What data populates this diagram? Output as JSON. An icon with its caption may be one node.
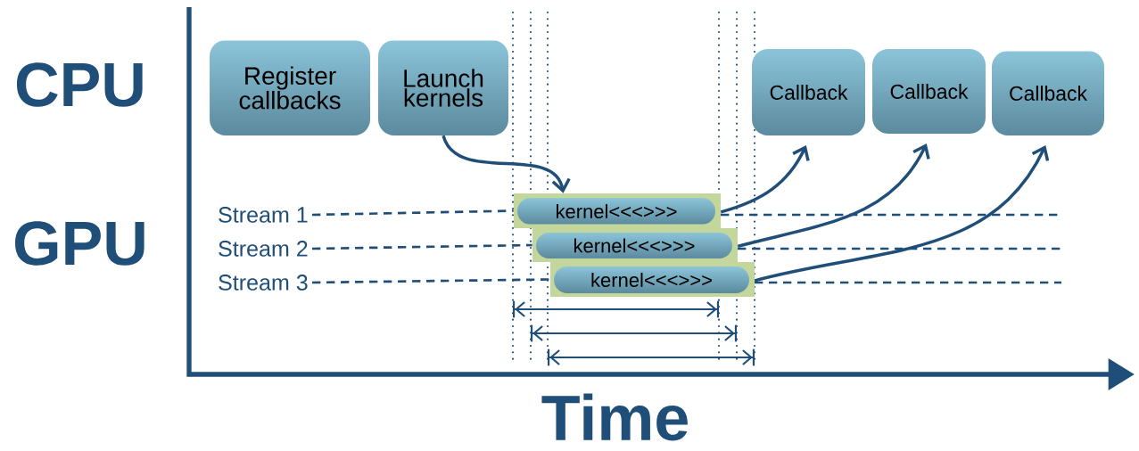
{
  "diagram": {
    "nodes": [
      {
        "text": [
          "Register callbacks"
        ]
      },
      {
        "text": [
          "Launch kernels"
        ]
      },
      {
        "text": [
          "Callback"
        ]
      },
      {
        "text": [
          "Callback"
        ]
      },
      {
        "text": [
          "Callback"
        ]
      },
      {
        "text": [
          "Stream 1"
        ]
      },
      {
        "text": [
          "Stream 2"
        ]
      },
      {
        "text": [
          "Stream 3"
        ]
      },
      {
        "text": [],
        "shape": "box"
      },
      {
        "text": [
          "kernel<<<>>>"
        ],
        "in": 8
      },
      {
        "text": [],
        "shape": "box"
      },
      {
        "text": [
          "kernel<<<>>>"
        ],
        "in": 10
      },
      {
        "text": [],
        "shape": "box"
      },
      {
        "text": [
          "kernel<<<>>>"
        ],
        "in": 12
      }
    ],
    "edges": [
      {
        "from": 1,
        "to": 8,
        "arrow": "to"
      },
      {
        "from": 8,
        "to": 2,
        "arrow": "to"
      },
      {
        "from": 10,
        "to": 3,
        "arrow": "to"
      },
      {
        "from": 12,
        "to": 4,
        "arrow": "to"
      },
      {
        "from": 5,
        "to": 8,
        "arrow": "none",
        "style": "dashed"
      },
      {
        "from": 6,
        "to": 10,
        "arrow": "none",
        "style": "dashed"
      },
      {
        "from": 7,
        "to": 12,
        "arrow": "none",
        "style": "dashed"
      }
    ],
    "labels": [
      "CPU",
      "GPU",
      "Time"
    ]
  }
}
